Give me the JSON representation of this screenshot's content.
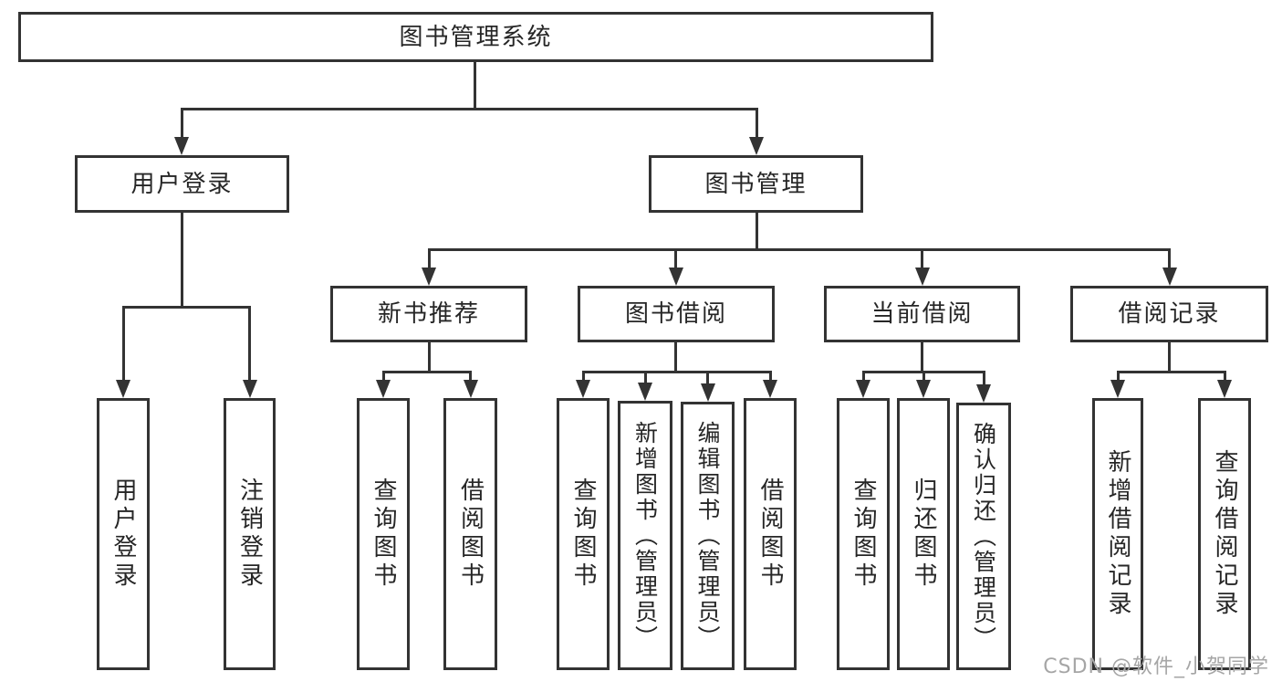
{
  "diagram_type": "hierarchy-tree",
  "colors": {
    "line": "#333333",
    "box_border": "#333333",
    "box_background": "#ffffff",
    "text": "#262626",
    "watermark": "#a6a6a6"
  },
  "tree": {
    "label": "图书管理系统",
    "children": [
      {
        "label": "用户登录",
        "children": [
          {
            "label": "用户登录"
          },
          {
            "label": "注销登录"
          }
        ]
      },
      {
        "label": "图书管理",
        "children": [
          {
            "label": "新书推荐",
            "children": [
              {
                "label": "查询图书"
              },
              {
                "label": "借阅图书"
              }
            ]
          },
          {
            "label": "图书借阅",
            "children": [
              {
                "label": "查询图书"
              },
              {
                "label": "新增图书（管理员）"
              },
              {
                "label": "编辑图书（管理员）"
              },
              {
                "label": "借阅图书"
              }
            ]
          },
          {
            "label": "当前借阅",
            "children": [
              {
                "label": "查询图书"
              },
              {
                "label": "归还图书"
              },
              {
                "label": "确认归还（管理员）"
              }
            ]
          },
          {
            "label": "借阅记录",
            "children": [
              {
                "label": "新增借阅记录"
              },
              {
                "label": "查询借阅记录"
              }
            ]
          }
        ]
      }
    ]
  },
  "watermark": "CSDN @软件_小贺同学"
}
